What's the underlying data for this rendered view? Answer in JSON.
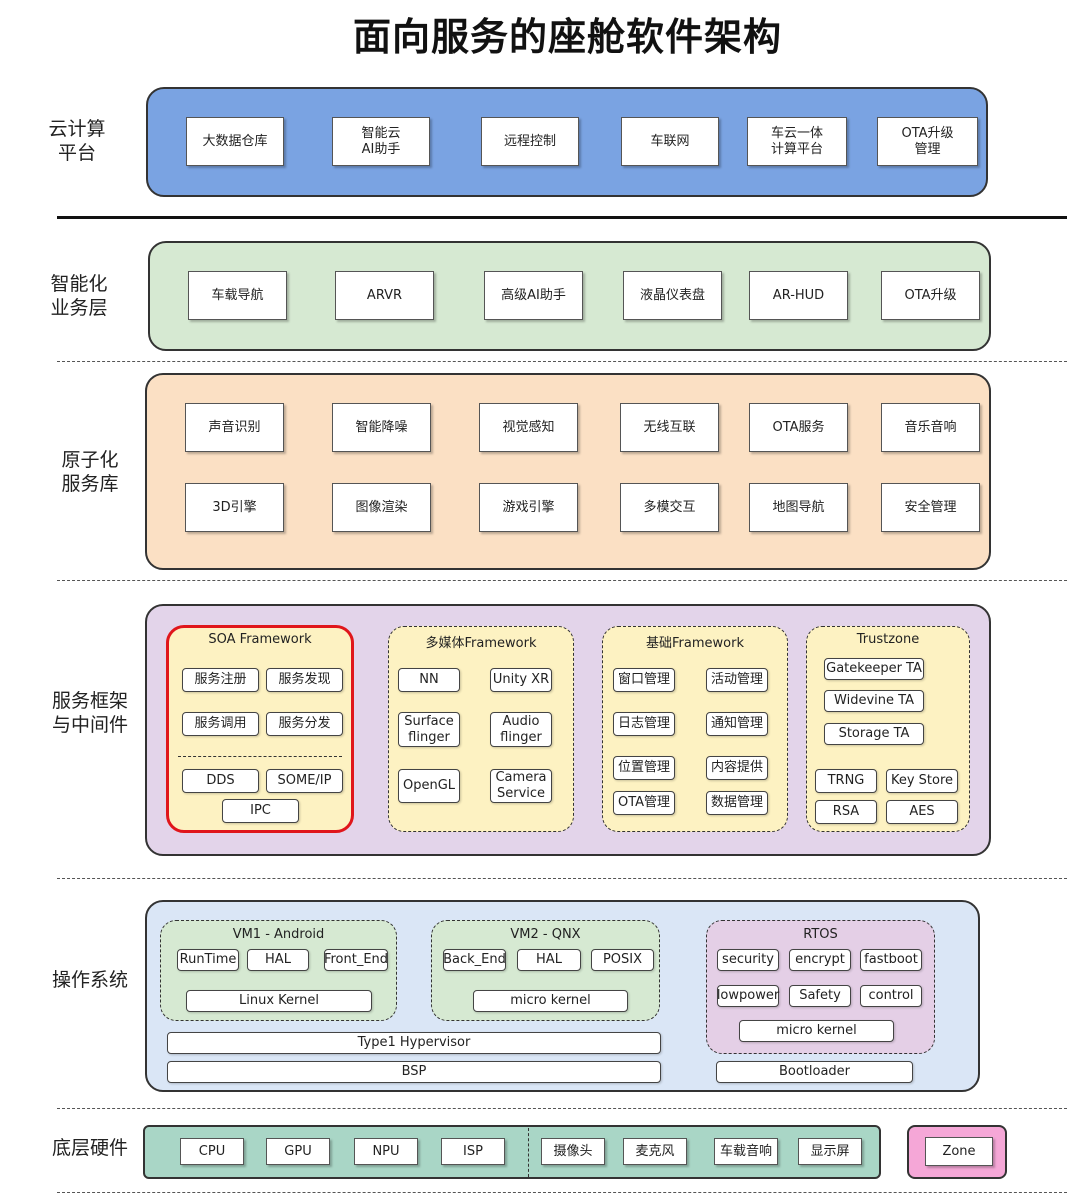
{
  "title": "面向服务的座舱软件架构",
  "layers": {
    "cloud": {
      "label": "云计算\n平台",
      "color": "#7aa3e2",
      "items": [
        "大数据仓库",
        "智能云\nAI助手",
        "远程控制",
        "车联网",
        "车云一体\n计算平台",
        "OTA升级\n管理"
      ]
    },
    "intelligent": {
      "label": "智能化\n业务层",
      "color": "#d6e9d2",
      "items": [
        "车载导航",
        "ARVR",
        "高级AI助手",
        "液晶仪表盘",
        "AR-HUD",
        "OTA升级"
      ]
    },
    "atomic": {
      "label": "原子化\n服务库",
      "color": "#fbe0c4",
      "row1": [
        "声音识别",
        "智能降噪",
        "视觉感知",
        "无线互联",
        "OTA服务",
        "音乐音响"
      ],
      "row2": [
        "3D引擎",
        "图像渲染",
        "游戏引擎",
        "多模交互",
        "地图导航",
        "安全管理"
      ]
    },
    "framework": {
      "label": "服务框架\n与中间件",
      "color": "#e3d4ea",
      "group_color": "#fdf2c2",
      "soa": {
        "title": "SOA Framework",
        "items": [
          "服务注册",
          "服务发现",
          "服务调用",
          "服务分发"
        ],
        "bottom": [
          "DDS",
          "SOME/IP",
          "IPC"
        ]
      },
      "multimedia": {
        "title": "多媒体Framework",
        "items": [
          "NN",
          "Unity XR",
          "Surface\nflinger",
          "Audio\nflinger",
          "OpenGL",
          "Camera\nService"
        ]
      },
      "base": {
        "title": "基础Framework",
        "items": [
          "窗口管理",
          "活动管理",
          "日志管理",
          "通知管理",
          "位置管理",
          "内容提供",
          "OTA管理",
          "数据管理"
        ]
      },
      "trustzone": {
        "title": "Trustzone",
        "items": [
          "Gatekeeper TA",
          "Widevine TA",
          "Storage TA",
          "TRNG",
          "Key Store",
          "RSA",
          "AES"
        ]
      }
    },
    "os": {
      "label": "操作系统",
      "color": "#dae6f6",
      "vm1": {
        "title": "VM1 - Android",
        "items": [
          "RunTime",
          "HAL",
          "Front_End"
        ],
        "kernel": "Linux Kernel"
      },
      "vm2": {
        "title": "VM2 - QNX",
        "items": [
          "Back_End",
          "HAL",
          "POSIX"
        ],
        "kernel": "micro kernel"
      },
      "rtos": {
        "title": "RTOS",
        "items": [
          "security",
          "encrypt",
          "fastboot",
          "lowpower",
          "Safety",
          "control"
        ],
        "kernel": "micro kernel"
      },
      "hypervisor": "Type1 Hypervisor",
      "bsp": "BSP",
      "bootloader": "Bootloader"
    },
    "hardware": {
      "label": "底层硬件",
      "color": "#a9d6c6",
      "chips": [
        "CPU",
        "GPU",
        "NPU",
        "ISP"
      ],
      "peripherals": [
        "摄像头",
        "麦克风",
        "车载音响",
        "显示屏"
      ],
      "zone": "Zone",
      "zone_color": "#f5a7d7"
    }
  }
}
